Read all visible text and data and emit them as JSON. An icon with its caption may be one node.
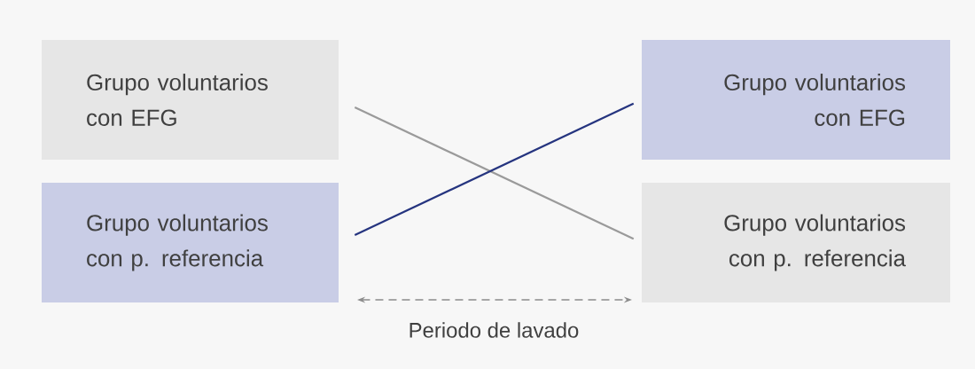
{
  "diagram": {
    "nodes": [
      {
        "text": [
          "Grupo voluntarios con EFG"
        ]
      },
      {
        "text": [
          "Grupo voluntarios con p. referencia"
        ]
      },
      {
        "text": [
          "Grupo voluntarios con EFG"
        ]
      },
      {
        "text": [
          "Grupo voluntarios con p. referencia"
        ]
      }
    ],
    "edges": [
      {
        "from": 0,
        "to": 3,
        "arrow": "none",
        "color": "#9a9a9a"
      },
      {
        "from": 1,
        "to": 2,
        "arrow": "none",
        "color": "#25347f"
      }
    ],
    "labels": [
      "Periodo de lavado"
    ]
  }
}
